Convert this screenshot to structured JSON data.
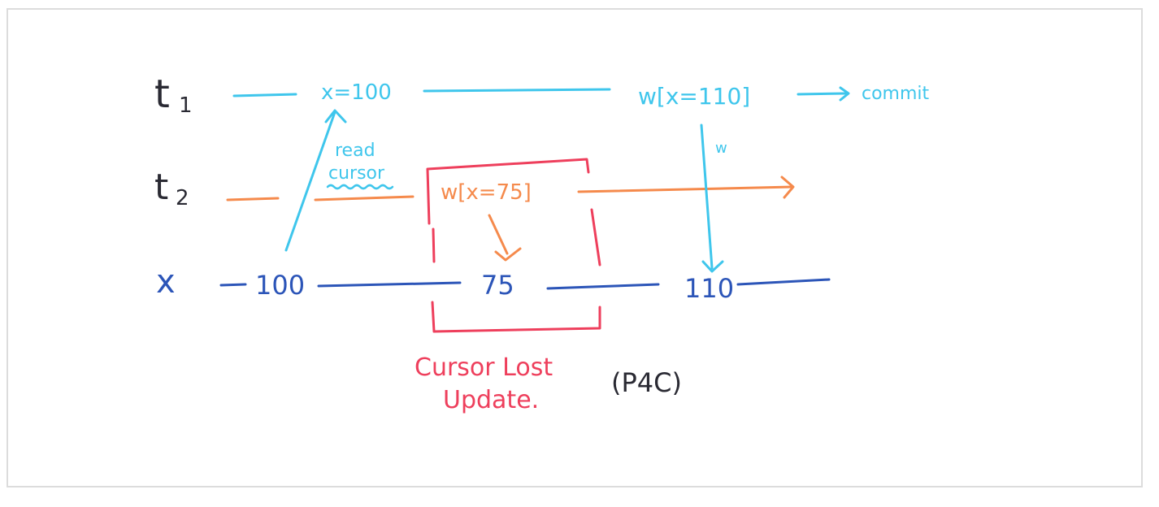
{
  "diagram": {
    "title": "Cursor Lost Update (P4C)",
    "colors": {
      "t1": "#3fc6ec",
      "t2": "#f58a4c",
      "x": "#2c55b8",
      "highlight": "#ee3f5c",
      "label": "#2a2a33"
    },
    "rows": {
      "t1": {
        "label": "t",
        "subscript": "1"
      },
      "t2": {
        "label": "t",
        "subscript": "2"
      },
      "x": {
        "label": "x"
      }
    },
    "t1_events": {
      "read": "x=100",
      "write": "w[x=110]",
      "commit": "commit"
    },
    "t2_events": {
      "write": "w[x=75]"
    },
    "x_values": {
      "initial": "100",
      "after_t2": "75",
      "after_t1": "110"
    },
    "annotations": {
      "read_cursor_line1": "read",
      "read_cursor_line2": "cursor",
      "write_arrow": "w",
      "highlight_line1": "Cursor Lost",
      "highlight_line2": "Update.",
      "code": "(P4C)"
    }
  }
}
